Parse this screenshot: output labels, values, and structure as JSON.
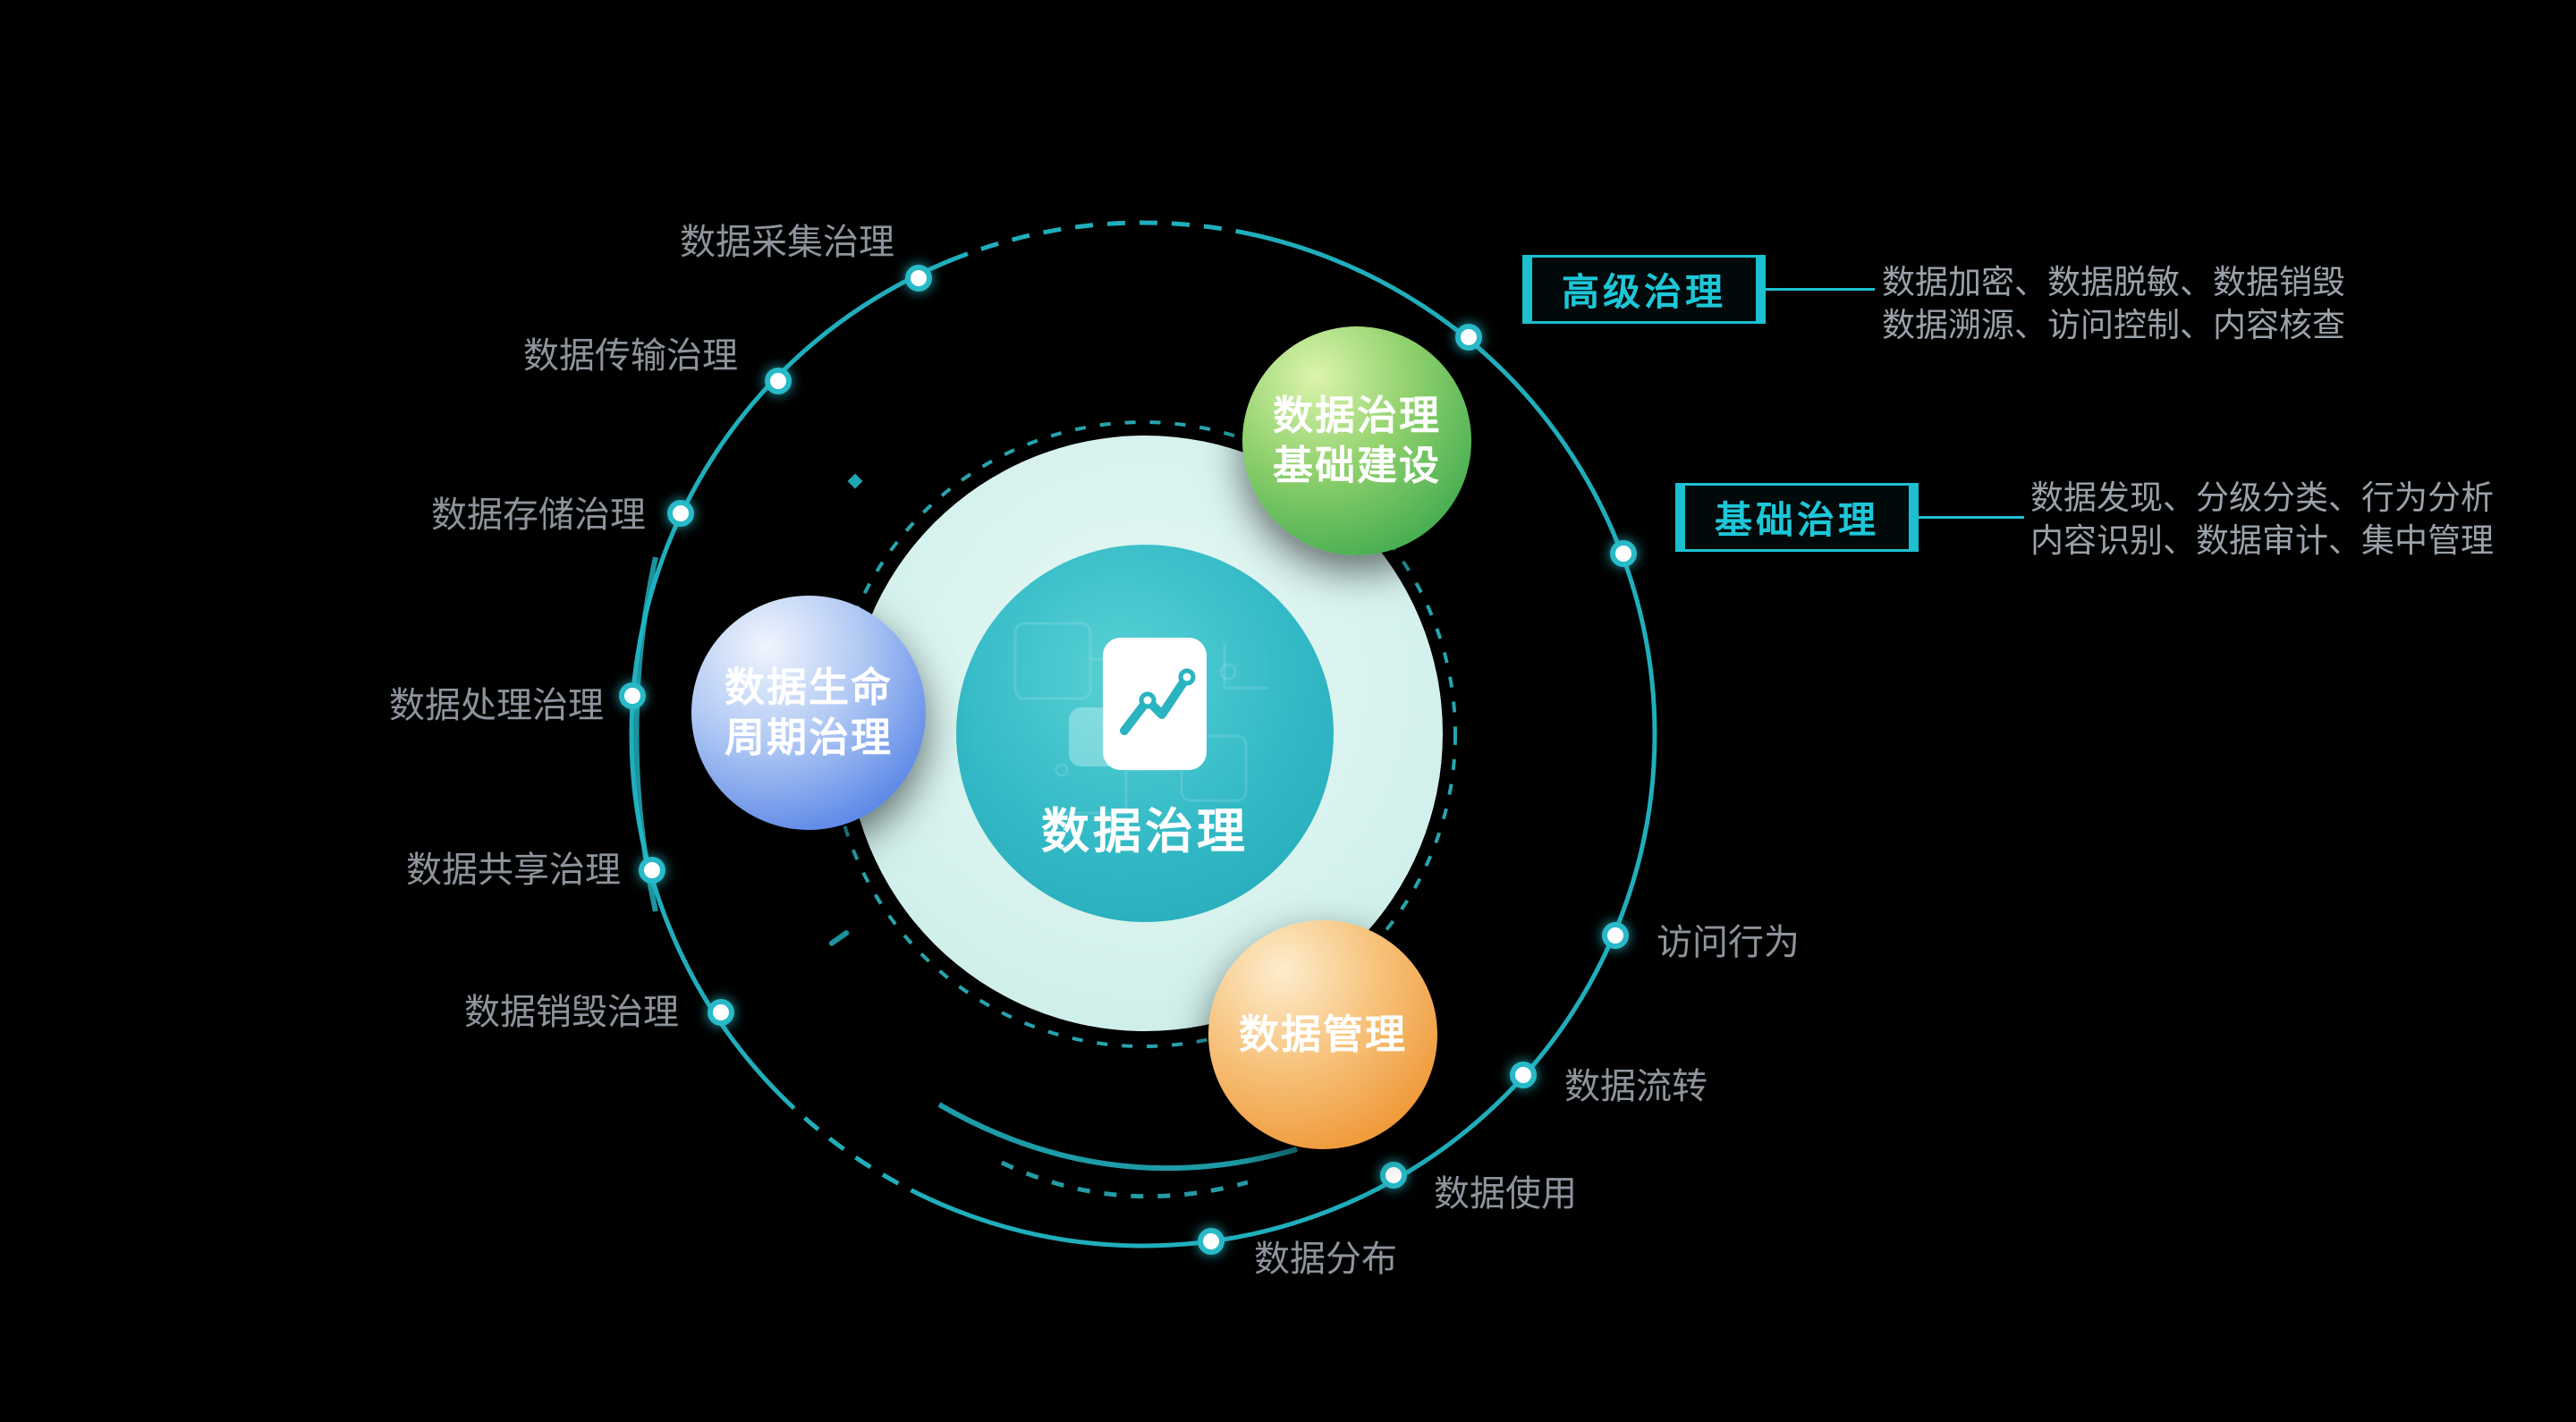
{
  "page": {
    "background": "#000000"
  },
  "center": {
    "title": "数据治理"
  },
  "bubbles": {
    "green": {
      "line1": "数据治理",
      "line2": "基础建设"
    },
    "blue": {
      "line1": "数据生命",
      "line2": "周期治理"
    },
    "orange": {
      "line1": "数据管理"
    }
  },
  "lifecycle_labels": {
    "items": [
      "数据采集治理",
      "数据传输治理",
      "数据存储治理",
      "数据处理治理",
      "数据共享治理",
      "数据销毁治理"
    ]
  },
  "flow_labels": {
    "items": [
      "访问行为",
      "数据流转",
      "数据使用",
      "数据分布"
    ]
  },
  "callouts": {
    "advanced": {
      "title": "高级治理",
      "desc1": "数据加密、数据脱敏、数据销毁",
      "desc2": "数据溯源、访问控制、内容核查"
    },
    "basic": {
      "title": "基础治理",
      "desc1": "数据发现、分级分类、行为分析",
      "desc2": "内容识别、数据审计、集中管理"
    }
  },
  "colors": {
    "ring": "#22b7c6",
    "accent": "#1cc0d1",
    "label_gray": "#8e949c",
    "center_teal": "#2fb5c2",
    "bubble_green": "#45b24e",
    "bubble_blue": "#4b7de2",
    "bubble_orange": "#ee8f2d"
  }
}
